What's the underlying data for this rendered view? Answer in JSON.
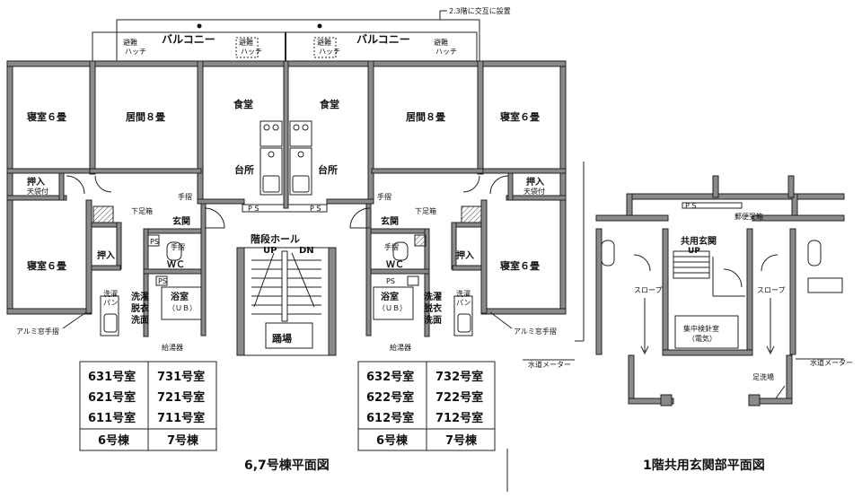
{
  "balcony_note": "2.3階に交互に設置",
  "balcony": "バルコニー",
  "escape_hatch": [
    "避難",
    "ハッチ"
  ],
  "rooms": {
    "bedroom6": "寝室６畳",
    "living8": "居間８畳",
    "dining": "食堂",
    "kitchen": "台所",
    "oshiire": "押入",
    "tenbukuro": "天袋付",
    "genkan": "玄関",
    "handrail": "手摺",
    "shoe_cabinet": "下足箱",
    "wc": "ＷＣ",
    "ps": "PS",
    "bath": "浴室",
    "ub": "（ＵＢ）",
    "laundry_change_wash": [
      "洗濯",
      "脱衣",
      "洗面"
    ],
    "laundry_pan": [
      "洗濯",
      "パン"
    ],
    "stair_hall": "階段ホール",
    "up": "UP",
    "dn": "DN",
    "landing": "踊場",
    "alumi_rail": "アルミ窓手摺",
    "water_heater": "給湯器",
    "ps_small": "P S",
    "ps_mid": "ＰＳ",
    "ps_mid2": "ＰＳ　ＰＳ"
  },
  "table_left": {
    "rows": [
      [
        "631号室",
        "731号室"
      ],
      [
        "621号室",
        "721号室"
      ],
      [
        "611号室",
        "711号室"
      ]
    ],
    "footer": [
      "6号棟",
      "7号棟"
    ]
  },
  "table_right": {
    "rows": [
      [
        "632号室",
        "732号室"
      ],
      [
        "622号室",
        "722号室"
      ],
      [
        "612号室",
        "712号室"
      ]
    ],
    "footer": [
      "6号棟",
      "7号棟"
    ]
  },
  "plan_title_left": "6,7号棟平面図",
  "entrance": {
    "common_entrance": "共用玄関",
    "mailbox": "郵便受箱",
    "up": "UP",
    "slope": "スロープ",
    "meter_room": [
      "集中検針室",
      "（電気）"
    ],
    "foot_wash": "足洗場",
    "water_meter": "水道メーター",
    "water_meter_left": "水道メーター"
  },
  "plan_title_right": "1階共用玄関部平面図"
}
